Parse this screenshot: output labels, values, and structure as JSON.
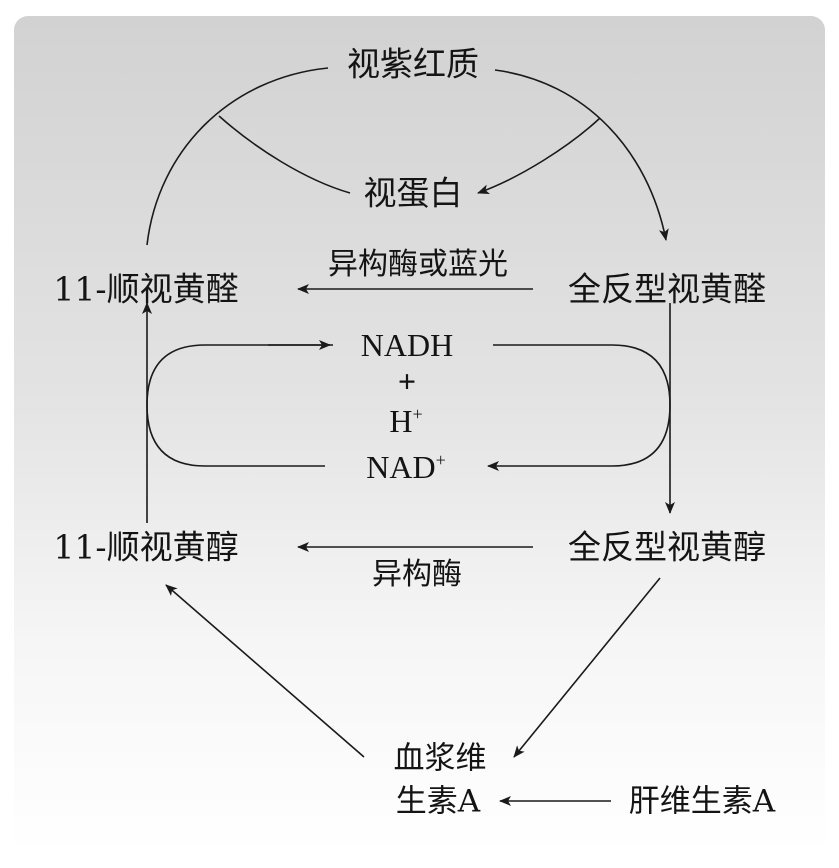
{
  "nodes": {
    "rhodopsin": "视紫红质",
    "opsin": "视蛋白",
    "cis_retinal": "11-顺视黄醛",
    "trans_retinal": "全反型视黄醛",
    "cis_retinol": "11-顺视黄醇",
    "trans_retinol": "全反型视黄醇",
    "plasma_va_line1": "血浆维",
    "plasma_va_line2": "生素A",
    "liver_va": "肝维生素A"
  },
  "edge_labels": {
    "isomerase_or_blue_light": "异构酶或蓝光",
    "isomerase": "异构酶"
  },
  "cofactors": {
    "nadh": "NADH",
    "plus": "+",
    "h": "H",
    "h_charge": "+",
    "nad": "NAD",
    "nad_charge": "+"
  },
  "colors": {
    "line": "#1a1a1a",
    "text": "#141414"
  }
}
